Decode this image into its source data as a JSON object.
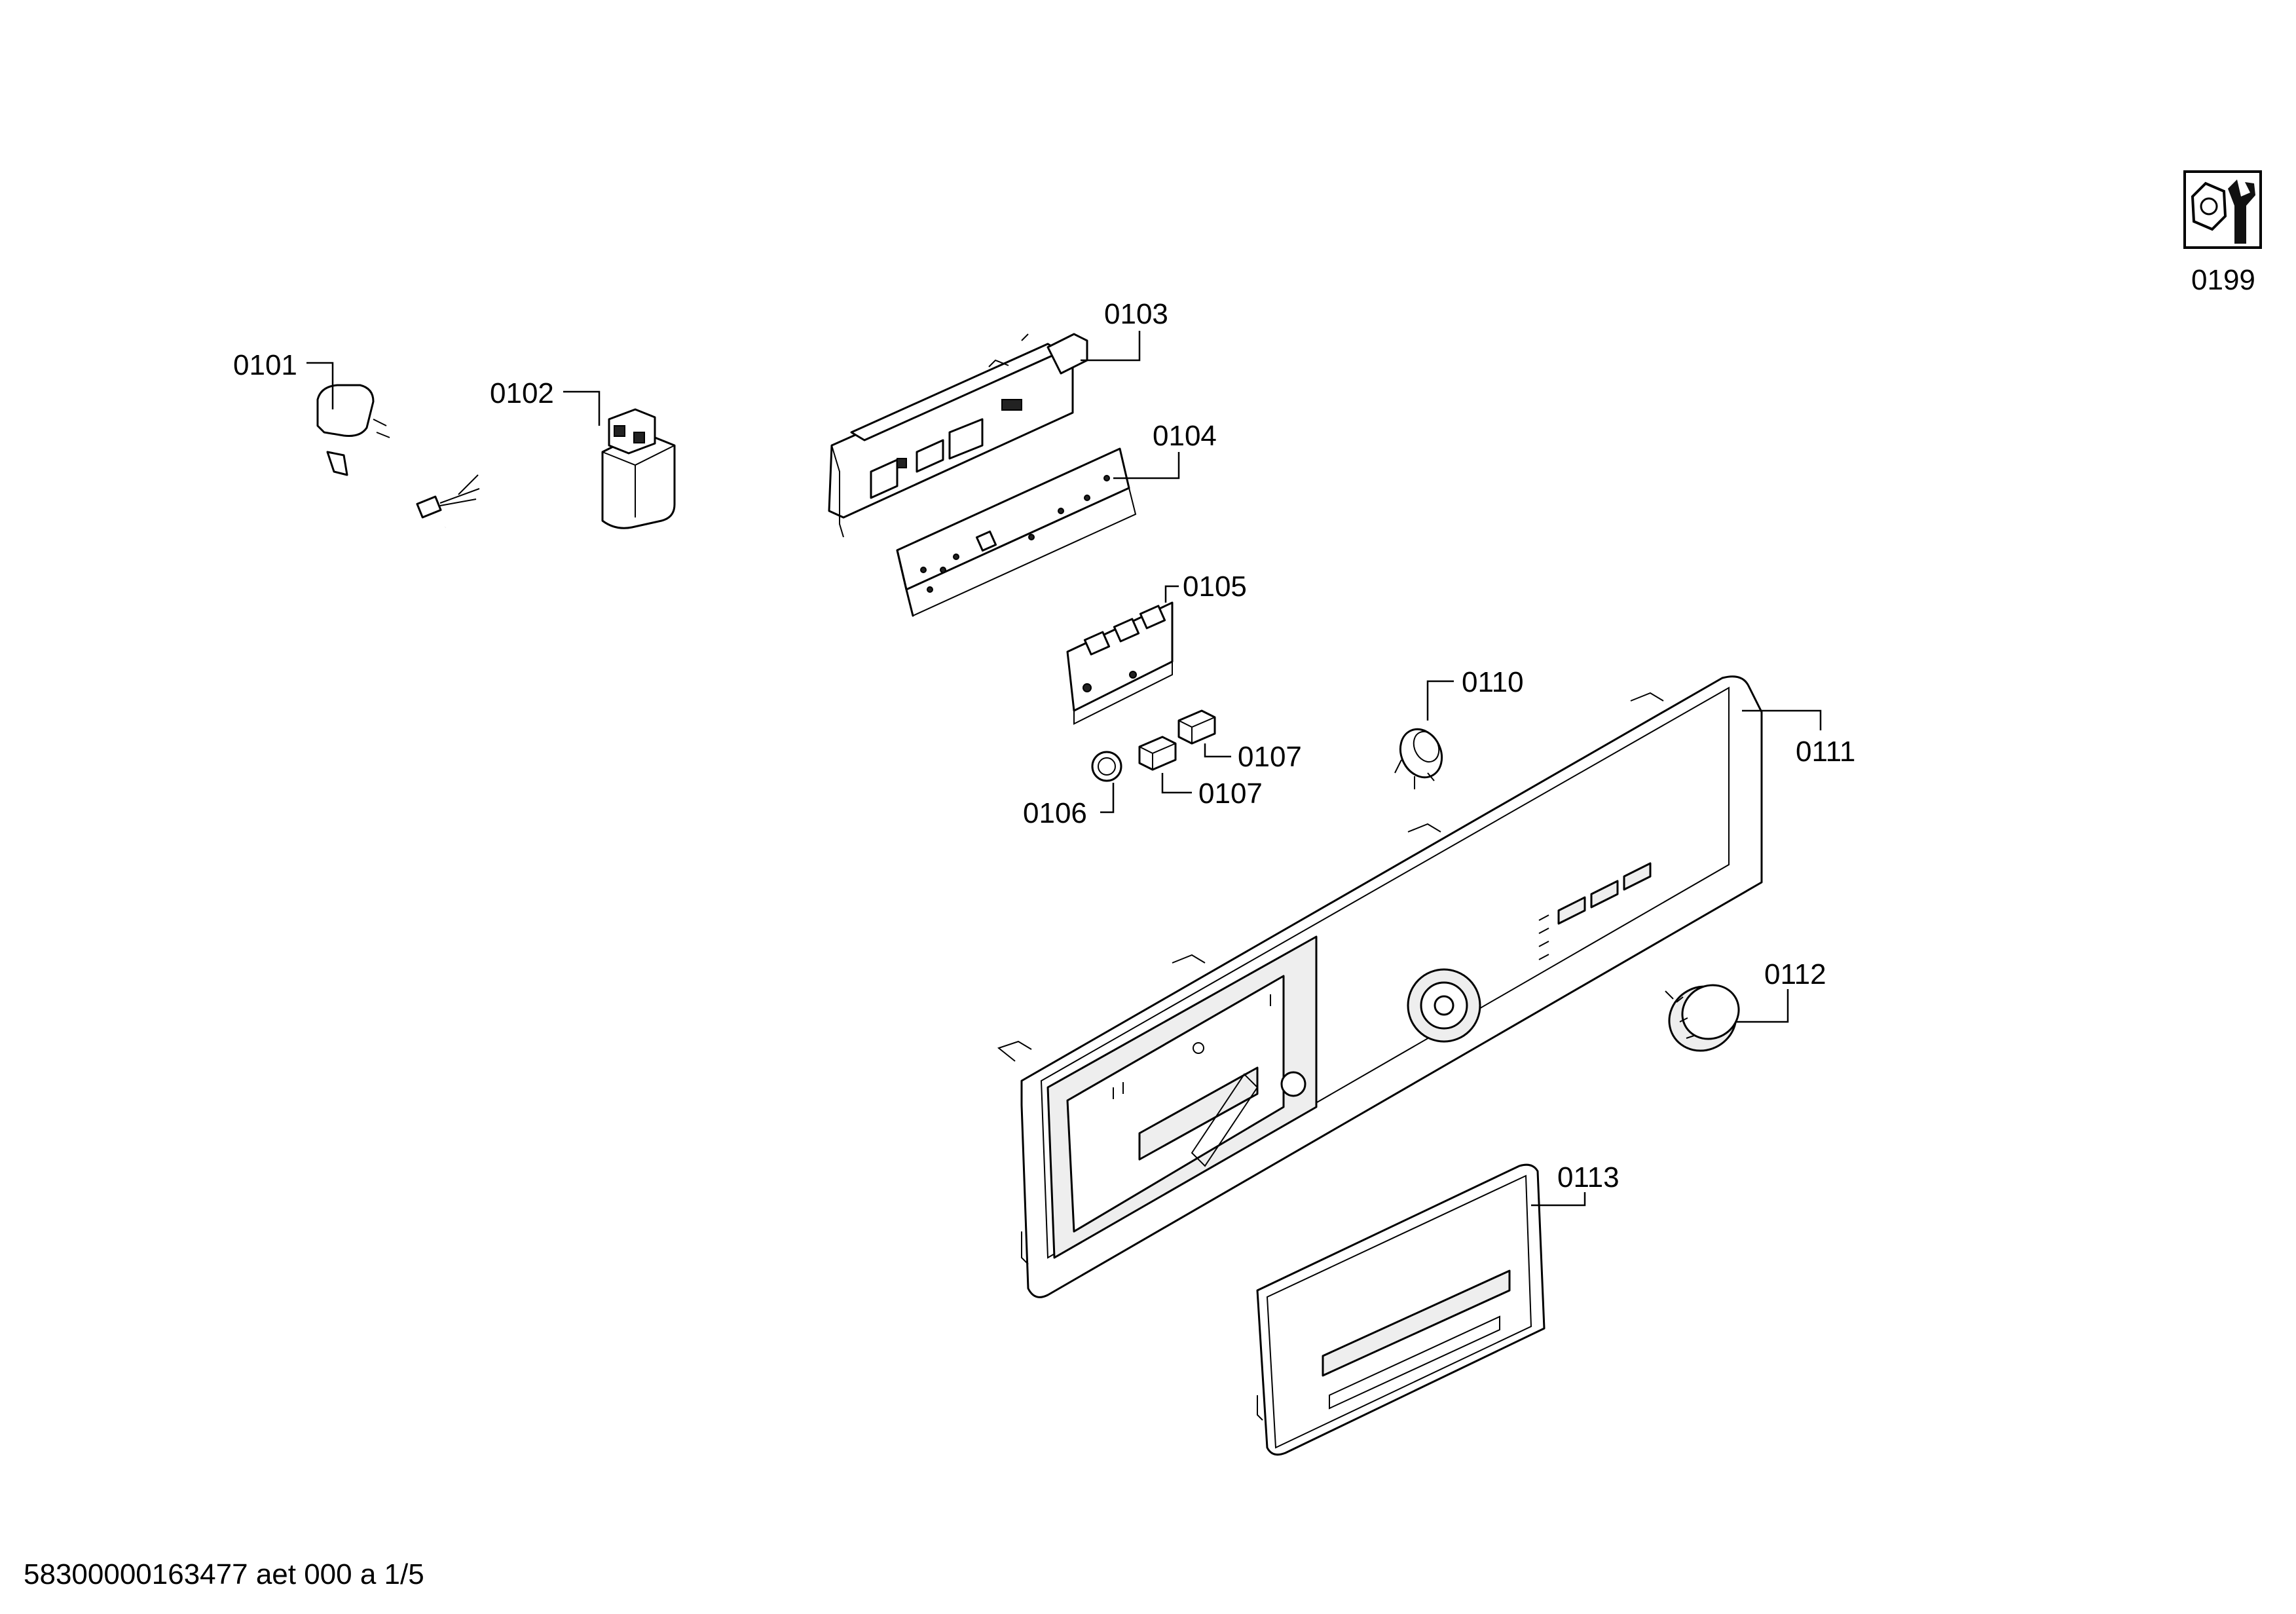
{
  "colors": {
    "line": "#000000",
    "background": "#ffffff",
    "part_fill": "#eeeeee"
  },
  "service_icon": "wrench-nut-icon",
  "labels": {
    "p0101": "0101",
    "p0102": "0102",
    "p0103": "0103",
    "p0104": "0104",
    "p0105": "0105",
    "p0106": "0106",
    "p0107a": "0107",
    "p0107b": "0107",
    "p0110": "0110",
    "p0111": "0111",
    "p0112": "0112",
    "p0113": "0113",
    "p0199": "0199"
  },
  "footer": {
    "doc_id": "58300000163477 aet 000 a 1/5"
  }
}
